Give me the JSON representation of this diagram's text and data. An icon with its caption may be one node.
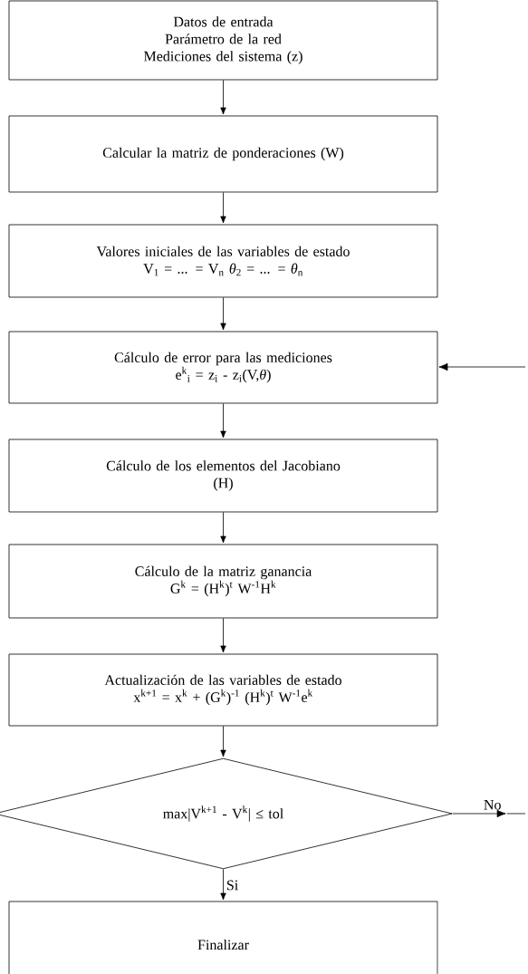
{
  "diagram": {
    "nodes": [
      {
        "text": [
          "Datos de entrada",
          "Parámetro de la red",
          "Mediciones del sistema (z)"
        ]
      },
      {
        "text": [
          "Calcular la matriz de ponderaciones (W)"
        ]
      },
      {
        "text": [
          "Valores iniciales de las variables de estado",
          "V$_{1}$ = ... = V$_{n}$     *θ*$_{2}$ = ... = *θ*$_{n}$"
        ]
      },
      {
        "text": [
          "Cálculo de error para las mediciones",
          "e$^{k}$$_{i}$ = z$_{i}$ - z$_{i}$(V,*θ*)"
        ]
      },
      {
        "text": [
          "Cálculo de los elementos del Jacobiano",
          "(H)"
        ]
      },
      {
        "text": [
          "Cálculo de la matriz ganancia",
          "G$^{k}$ = (H$^{k}$)$^{t}$ W$^{-1}$H$^{k}$"
        ]
      },
      {
        "text": [
          "Actualización de las variables de estado",
          "x$^{k+1}$ = x$^{k}$ + (G$^{k}$)$^{-1}$ (H$^{k}$)$^{t}$ W$^{-1}$e$^{k}$"
        ]
      },
      {
        "text": [
          "max|V$^{k+1}$ - V$^{k}$| ≤ tol"
        ]
      },
      {
        "text": [
          "Finalizar"
        ]
      }
    ],
    "edges": [
      {
        "from": 0,
        "to": 1,
        "arrow": "to"
      },
      {
        "from": 1,
        "to": 2,
        "arrow": "to"
      },
      {
        "from": 2,
        "to": 3,
        "arrow": "to"
      },
      {
        "from": 3,
        "to": 4,
        "arrow": "to"
      },
      {
        "from": 4,
        "to": 5,
        "arrow": "to"
      },
      {
        "from": 5,
        "to": 6,
        "arrow": "to"
      },
      {
        "from": 6,
        "to": 7,
        "arrow": "to"
      },
      {
        "from": 7,
        "to": 8,
        "arrow": "to",
        "label": "Si"
      },
      {
        "from": 7,
        "to": null,
        "arrow": "to",
        "label": "No"
      },
      {
        "from": null,
        "to": 3,
        "arrow": "to"
      }
    ]
  }
}
